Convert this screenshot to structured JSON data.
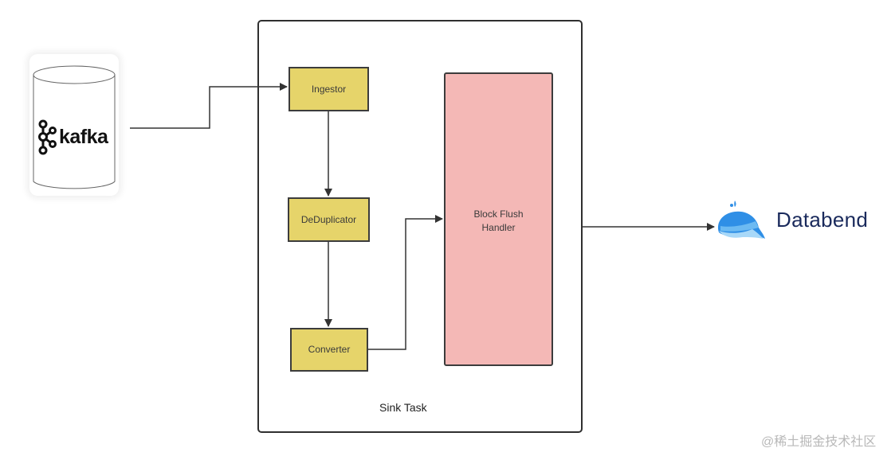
{
  "diagram": {
    "container": {
      "label": "Sink Task"
    },
    "nodes": {
      "ingestor": {
        "label": "Ingestor",
        "color": "#e6d46a"
      },
      "deduplicator": {
        "label": "DeDuplicator",
        "color": "#e6d46a"
      },
      "converter": {
        "label": "Converter",
        "color": "#e6d46a"
      },
      "block_flush_handler": {
        "label": "Block Flush Handler",
        "color": "#f4b8b6"
      }
    },
    "source": {
      "name": "kafka",
      "icon": "kafka-logo-icon"
    },
    "sink": {
      "name": "Databend",
      "icon": "databend-whale-icon",
      "color": "#1a2a5c"
    },
    "edges": [
      {
        "from": "kafka",
        "to": "ingestor"
      },
      {
        "from": "ingestor",
        "to": "deduplicator"
      },
      {
        "from": "deduplicator",
        "to": "converter"
      },
      {
        "from": "converter",
        "to": "block_flush_handler"
      },
      {
        "from": "block_flush_handler",
        "to": "databend"
      }
    ]
  },
  "watermark": "@稀土掘金技术社区"
}
